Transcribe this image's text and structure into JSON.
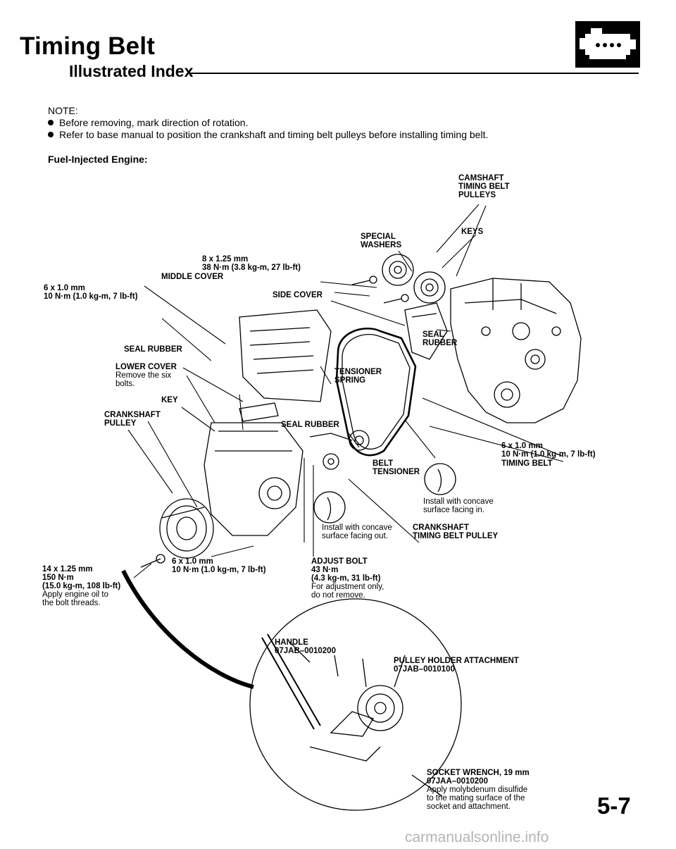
{
  "header": {
    "title": "Timing Belt",
    "subtitle": "Illustrated Index"
  },
  "note": {
    "heading": "NOTE:",
    "items": [
      "Before removing, mark direction of rotation.",
      "Refer to base manual to position the crankshaft and timing belt pulleys before installing timing belt."
    ]
  },
  "section_label": "Fuel-Injected Engine:",
  "callouts": {
    "camshaft_pulleys": [
      "CAMSHAFT",
      "TIMING BELT",
      "PULLEYS"
    ],
    "keys": "KEYS",
    "special_washers": [
      "SPECIAL",
      "WASHERS"
    ],
    "middle_cover_bolt": [
      "8 x 1.25 mm",
      "38 N·m (3.8 kg-m, 27 lb-ft)"
    ],
    "middle_cover": "MIDDLE COVER",
    "side_cover": "SIDE COVER",
    "small_bolt_left": [
      "6 x 1.0 mm",
      "10 N·m (1.0 kg-m, 7 lb-ft)"
    ],
    "seal_rubber_upper": [
      "SEAL",
      "RUBBER"
    ],
    "seal_rubber_left": "SEAL RUBBER",
    "lower_cover": "LOWER COVER",
    "lower_cover_note": [
      "Remove the six",
      "bolts."
    ],
    "tensioner_spring": [
      "TENSIONER",
      "SPRING"
    ],
    "key": "KEY",
    "crankshaft_pulley": [
      "CRANKSHAFT",
      "PULLEY"
    ],
    "seal_rubber_mid": "SEAL RUBBER",
    "right_bolt": [
      "6 x 1.0 mm",
      "10 N·m (1.0 kg-m, 7 lb-ft)"
    ],
    "timing_belt": "TIMING BELT",
    "belt_tensioner": [
      "BELT",
      "TENSIONER"
    ],
    "concave_in": [
      "Install with concave",
      "surface facing in."
    ],
    "concave_out": [
      "Install with concave",
      "surface facing out."
    ],
    "crank_belt_pulley": [
      "CRANKSHAFT",
      "TIMING BELT PULLEY"
    ],
    "crank_bolt": [
      "14 x 1.25 mm",
      "150 N·m",
      "(15.0 kg-m, 108 lb-ft)",
      "Apply engine oil to",
      "the bolt threads."
    ],
    "lower_bolt": [
      "6 x 1.0 mm",
      "10 N·m (1.0 kg-m, 7 lb-ft)"
    ],
    "adjust_bolt": [
      "ADJUST BOLT",
      "43 N·m",
      "(4.3 kg-m, 31 lb-ft)",
      "For adjustment only,",
      "do not remove."
    ],
    "handle": [
      "HANDLE",
      "07JAB–0010200"
    ],
    "holder_attachment": [
      "PULLEY HOLDER ATTACHMENT",
      "07JAB–0010100"
    ],
    "socket_wrench": [
      "SOCKET WRENCH, 19 mm",
      "07JAA–0010200",
      "Apply molybdenum disulfide",
      "to the mating surface of the",
      "socket and attachment."
    ]
  },
  "page_number": "5-7",
  "watermark": "carmanualsonline.info"
}
